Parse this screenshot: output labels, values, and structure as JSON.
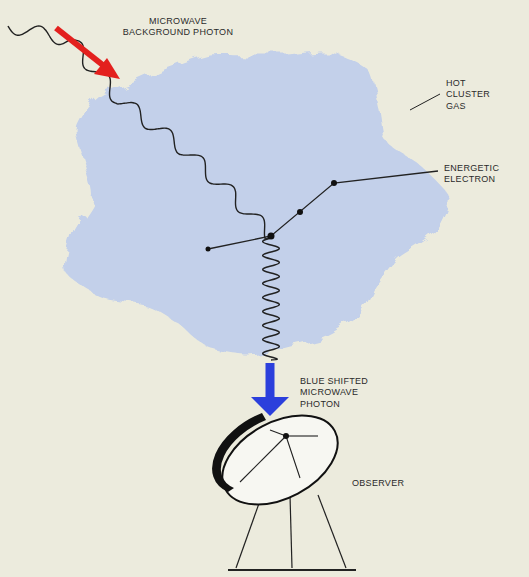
{
  "diagram": {
    "labels": [
      "MICROWAVE BACKGROUND PHOTON",
      "HOT CLUSTER GAS",
      "ENERGETIC ELECTRON",
      "BLUE SHIFTED MICROWAVE PHOTON",
      "OBSERVER"
    ]
  }
}
